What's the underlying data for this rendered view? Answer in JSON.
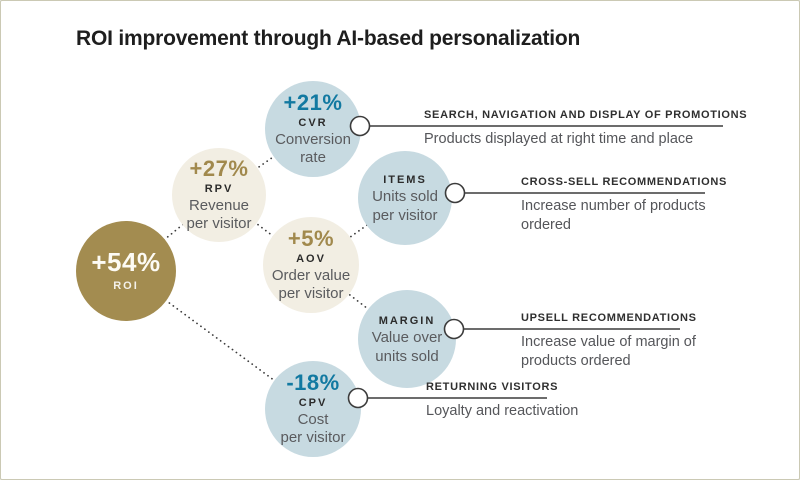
{
  "title": "ROI improvement through AI-based personalization",
  "colors": {
    "gold": "#A38C50",
    "cream": "#F2EEE3",
    "light_blue": "#C7DAE1",
    "teal_accent": "#1279A1",
    "gold_accent": "#A1894D",
    "line": "#3C3C3C",
    "text_dark": "#2B2B2B",
    "text_gray": "#5A5B5E",
    "border": "#CBC9B4"
  },
  "nodes": [
    {
      "id": "roi",
      "percent": "+54%",
      "code": "ROI",
      "desc": "",
      "variant": "gold"
    },
    {
      "id": "rpv",
      "percent": "+27%",
      "code": "RPV",
      "desc": "Revenue\nper visitor",
      "variant": "cream"
    },
    {
      "id": "cvr",
      "percent": "+21%",
      "code": "CVR",
      "desc": "Conversion\nrate",
      "variant": "blue"
    },
    {
      "id": "items",
      "percent": "",
      "code": "ITEMS",
      "desc": "Units sold\nper visitor",
      "variant": "blue"
    },
    {
      "id": "aov",
      "percent": "+5%",
      "code": "AOV",
      "desc": "Order value\nper visitor",
      "variant": "cream"
    },
    {
      "id": "margin",
      "percent": "",
      "code": "MARGIN",
      "desc": "Value over\nunits sold",
      "variant": "blue"
    },
    {
      "id": "cpv",
      "percent": "-18%",
      "code": "CPV",
      "desc": "Cost\nper visitor",
      "variant": "blue"
    }
  ],
  "annotations": [
    {
      "heading": "SEARCH, NAVIGATION AND DISPLAY OF PROMOTIONS",
      "body": "Products displayed at right time and place"
    },
    {
      "heading": "CROSS-SELL RECOMMENDATIONS",
      "body": "Increase number of products ordered"
    },
    {
      "heading": "UPSELL RECOMMENDATIONS",
      "body": "Increase value of margin of products ordered"
    },
    {
      "heading": "RETURNING VISITORS",
      "body": "Loyalty and reactivation"
    }
  ]
}
